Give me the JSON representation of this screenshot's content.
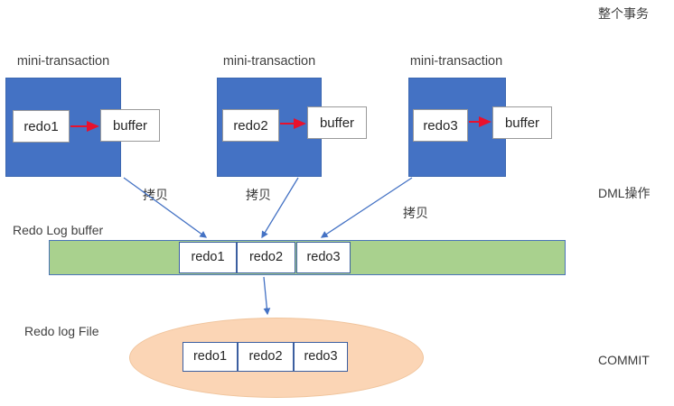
{
  "diagram": {
    "title_right_labels": {
      "transaction": "整个事务",
      "dml": "DML操作",
      "commit": "COMMIT"
    },
    "mini_transactions": [
      {
        "title": "mini-transaction",
        "redo_label": "redo1",
        "buffer_label": "buffer",
        "copy_label": "拷贝"
      },
      {
        "title": "mini-transaction",
        "redo_label": "redo2",
        "buffer_label": "buffer",
        "copy_label": "拷贝"
      },
      {
        "title": "mini-transaction",
        "redo_label": "redo3",
        "buffer_label": "buffer",
        "copy_label": "拷贝"
      }
    ],
    "redo_log_buffer": {
      "caption": "Redo Log buffer",
      "entries": [
        "redo1",
        "redo2",
        "redo3"
      ]
    },
    "redo_log_file": {
      "caption": "Redo log File",
      "entries": [
        "redo1",
        "redo2",
        "redo3"
      ]
    },
    "colors": {
      "mini_transaction_fill": "#4472C4",
      "redo_buffer_fill": "#A9D18E",
      "redo_file_fill": "#FBD5B5",
      "inner_arrow": "#E8112D",
      "copy_arrow": "#4472C4"
    }
  }
}
